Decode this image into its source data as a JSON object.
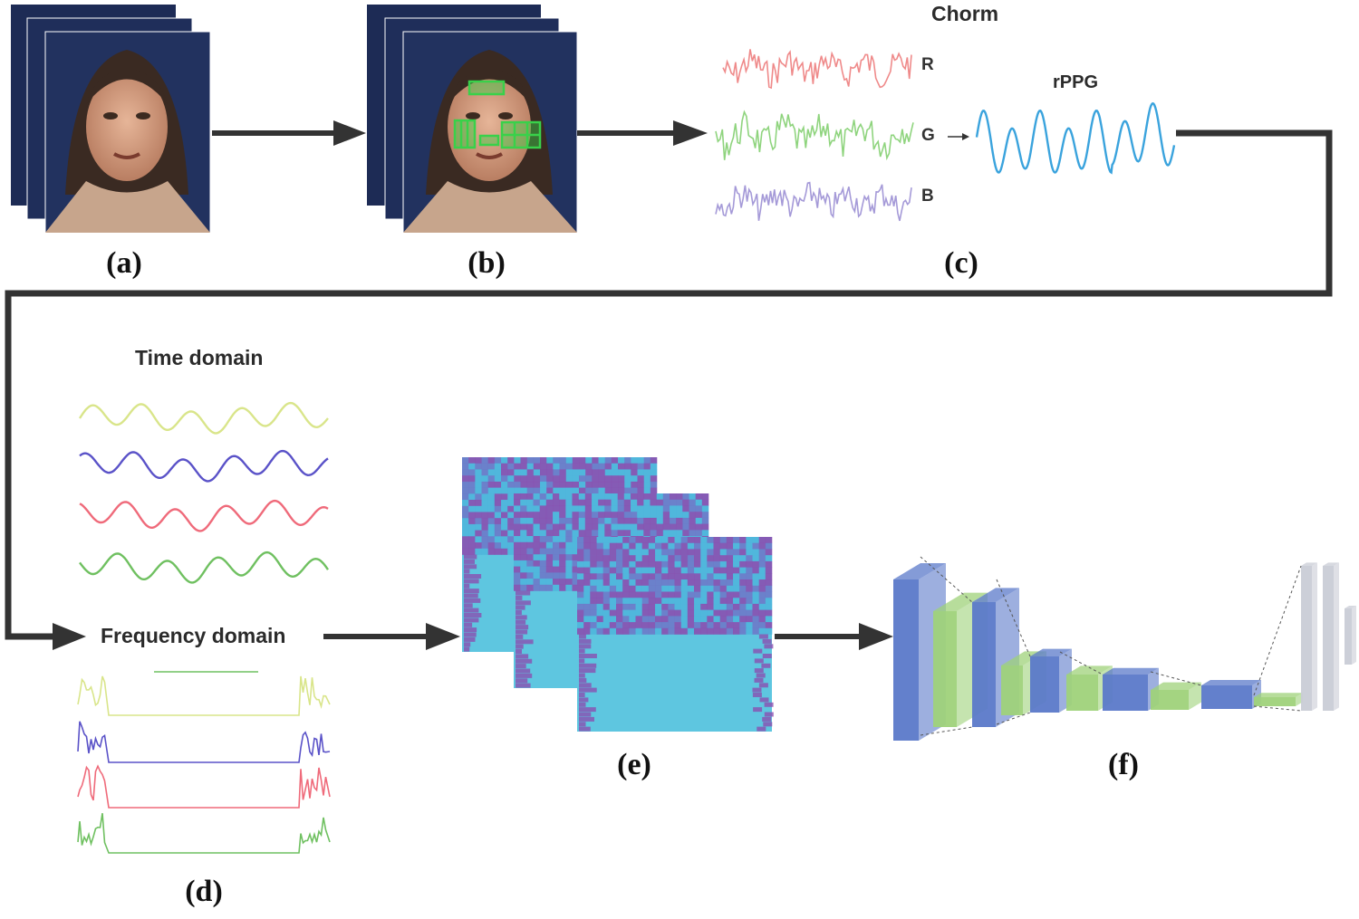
{
  "panels": {
    "a": {
      "label": "(a)"
    },
    "b": {
      "label": "(b)"
    },
    "c": {
      "label": "(c)",
      "method": "Chorm",
      "channels": [
        "R",
        "G",
        "B"
      ],
      "output": "rPPG"
    },
    "d": {
      "label": "(d)",
      "time_title": "Time domain",
      "freq_title": "Frequency domain"
    },
    "e": {
      "label": "(e)"
    },
    "f": {
      "label": "(f)"
    }
  },
  "colors": {
    "arrow": "#333333",
    "red": "#ef8a8a",
    "green": "#8fd47e",
    "blue": "#a59ad8",
    "rppg": "#3aa3dd",
    "time_yellow": "#d9e58a",
    "time_blue": "#5a52c8",
    "time_red": "#ef6a7a",
    "time_green": "#6fc060",
    "heat_bg": "#5ec6e0",
    "heat_mag": "#8a4fb0",
    "cnn_blue": "#5b79c9",
    "cnn_green": "#9fd27a",
    "cnn_gray": "#c9ccd6",
    "frame_bg": "#1c2a52",
    "roi": "#39d14a"
  },
  "icons": {
    "arrows": "arrow-right-icon",
    "face": "face-icon"
  }
}
